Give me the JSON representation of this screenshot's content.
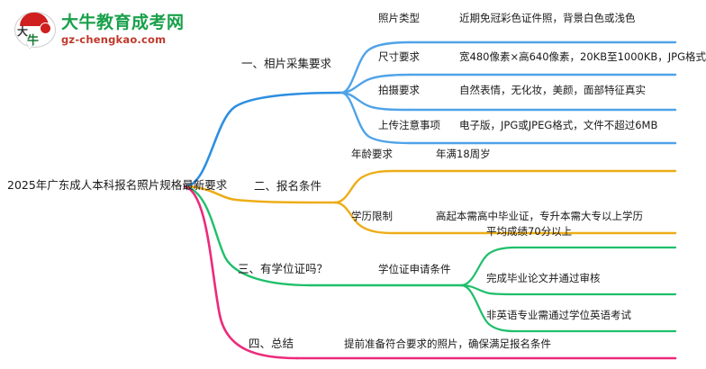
{
  "logo": {
    "name": "大牛教育成考网",
    "domain": "gz-chengkao.com",
    "mark_top": "大",
    "mark_bottom": "牛",
    "brand_color": "#18a04a",
    "accent_color": "#c0392b"
  },
  "mindmap": {
    "root": {
      "label": "2025年广东成人本科报名照片规格最新要求"
    },
    "branches": [
      {
        "id": "branch-1",
        "label": "一、相片采集要求",
        "color": "#2e8fe0",
        "children": [
          {
            "key": "照片类型",
            "value": "近期免冠彩色证件照，背景白色或浅色"
          },
          {
            "key": "尺寸要求",
            "value": "宽480像素×高640像素，20KB至1000KB，JPG格式"
          },
          {
            "key": "拍摄要求",
            "value": "自然表情，无化妆，美颜，面部特征真实"
          },
          {
            "key": "上传注意事项",
            "value": "电子版，JPG或JPEG格式，文件不超过6MB"
          }
        ]
      },
      {
        "id": "branch-2",
        "label": "二、报名条件",
        "color": "#edad18",
        "children": [
          {
            "key": "年龄要求",
            "value": "年满18周岁"
          },
          {
            "key": "学历限制",
            "value": "高起本需高中毕业证，专升本需大专以上学历"
          }
        ]
      },
      {
        "id": "branch-3",
        "label": "三、有学位证吗？",
        "color": "#1fbf6a",
        "group_label": "学位证申请条件",
        "leaves": [
          {
            "value": "平均成绩70分以上"
          },
          {
            "value": "完成毕业论文并通过审核"
          },
          {
            "value": "非英语专业需通过学位英语考试"
          }
        ]
      },
      {
        "id": "branch-4",
        "label": "四、总结",
        "color": "#ec2a7b",
        "children": [
          {
            "value": "提前准备符合要求的照片，确保满足报名条件"
          }
        ]
      }
    ]
  }
}
